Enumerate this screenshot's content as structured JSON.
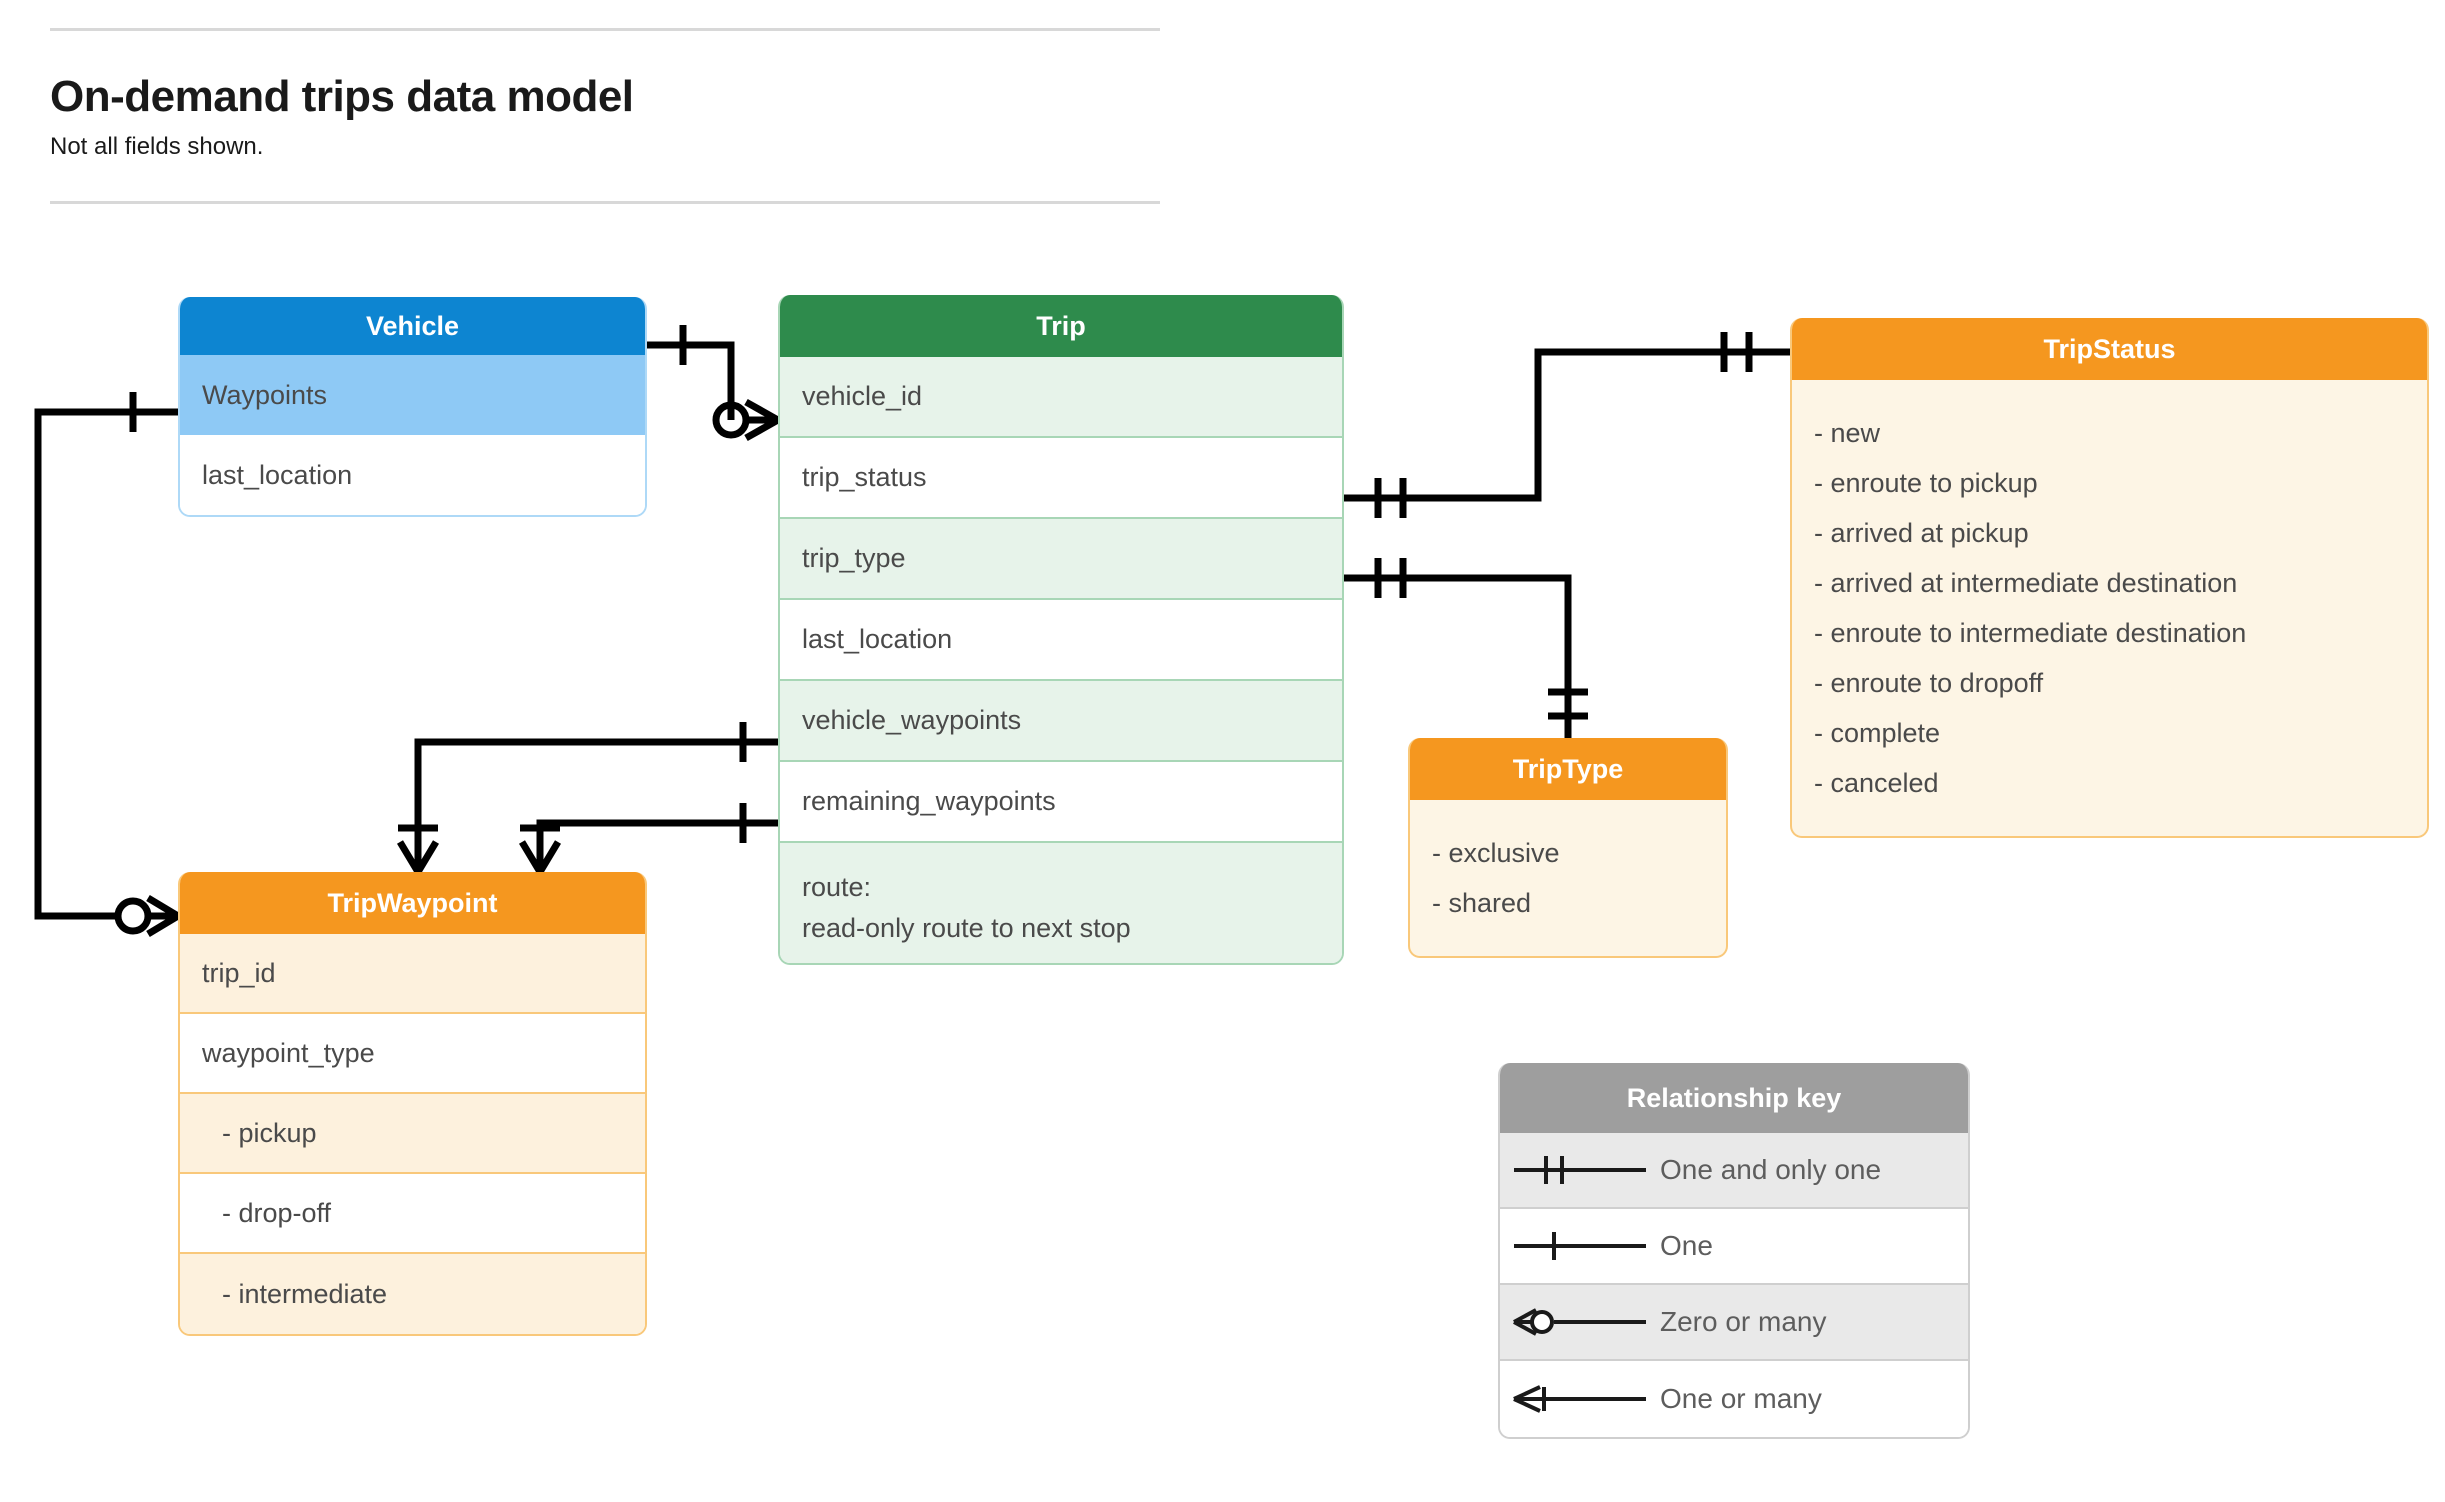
{
  "header": {
    "title": "On-demand trips data model",
    "subtitle": "Not all fields shown."
  },
  "colors": {
    "vehicle_header": "#0d85d1",
    "vehicle_row_highlight": "#8ec9f5",
    "trip_header": "#2e8b4c",
    "trip_row_tint": "#e7f3ea",
    "enum_header": "#f5971f",
    "enum_body": "#fdf5e5",
    "legend_header": "#9e9e9e",
    "connector": "#000000"
  },
  "entities": {
    "vehicle": {
      "title": "Vehicle",
      "rows": [
        {
          "label": "Waypoints"
        },
        {
          "label": "last_location"
        }
      ]
    },
    "trip": {
      "title": "Trip",
      "rows": [
        {
          "label": "vehicle_id"
        },
        {
          "label": "trip_status"
        },
        {
          "label": "trip_type"
        },
        {
          "label": "last_location"
        },
        {
          "label": "vehicle_waypoints"
        },
        {
          "label": "remaining_waypoints"
        }
      ],
      "route_row": {
        "line1": "route:",
        "line2": "read-only route to next stop"
      }
    },
    "trip_status": {
      "title": "TripStatus",
      "values": [
        "- new",
        "- enroute to pickup",
        "- arrived at pickup",
        "- arrived at intermediate destination",
        "- enroute to intermediate destination",
        "- enroute to dropoff",
        "- complete",
        "- canceled"
      ]
    },
    "trip_type": {
      "title": "TripType",
      "values": [
        "- exclusive",
        "- shared"
      ]
    },
    "trip_waypoint": {
      "title": "TripWaypoint",
      "rows": [
        {
          "label": "trip_id"
        },
        {
          "label": "waypoint_type"
        },
        {
          "label": "-  pickup"
        },
        {
          "label": "-  drop-off"
        },
        {
          "label": "-  intermediate"
        }
      ]
    }
  },
  "legend": {
    "title": "Relationship key",
    "rows": [
      {
        "symbol": "one-and-only-one-icon",
        "label": "One and only one"
      },
      {
        "symbol": "one-icon",
        "label": "One"
      },
      {
        "symbol": "zero-or-many-icon",
        "label": "Zero or many"
      },
      {
        "symbol": "one-or-many-icon",
        "label": "One or many"
      }
    ]
  },
  "relationships": [
    {
      "from": "Vehicle.Waypoints",
      "to": "TripWaypoint",
      "from_card": "one",
      "to_card": "zero or many"
    },
    {
      "from": "Vehicle",
      "to": "Trip.vehicle_id",
      "from_card": "one",
      "to_card": "zero or many"
    },
    {
      "from": "Trip.trip_status",
      "to": "TripStatus",
      "from_card": "one and only one",
      "to_card": "one and only one"
    },
    {
      "from": "Trip.trip_type",
      "to": "TripType",
      "from_card": "one and only one",
      "to_card": "one and only one"
    },
    {
      "from": "Trip.vehicle_waypoints",
      "to": "TripWaypoint",
      "from_card": "one",
      "to_card": "one or many"
    },
    {
      "from": "Trip.remaining_waypoints",
      "to": "TripWaypoint",
      "from_card": "one",
      "to_card": "one or many"
    }
  ]
}
